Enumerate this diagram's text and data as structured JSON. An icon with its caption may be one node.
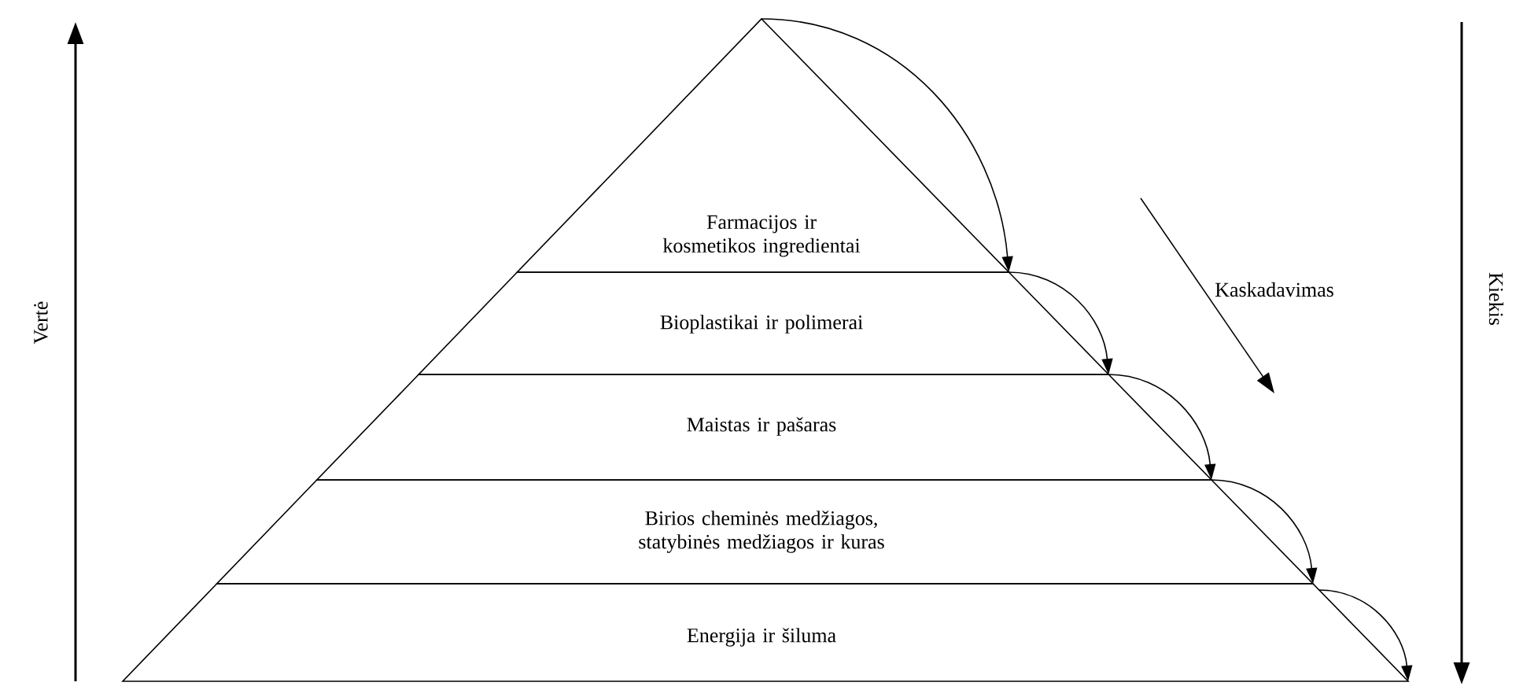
{
  "diagram": {
    "nodes": [
      {
        "text": [
          "Farmacijos ir kosmetikos ingredientai"
        ]
      },
      {
        "text": [
          "Bioplastikai ir polimerai"
        ]
      },
      {
        "text": [
          "Maistas ir pašaras"
        ]
      },
      {
        "text": [
          "Birios cheminės medžiagos, statybinės medžiagos ir kuras"
        ]
      },
      {
        "text": [
          "Energija ir šiluma"
        ]
      }
    ],
    "edges": [
      {
        "from": 0,
        "to": 1,
        "arrow": "to"
      },
      {
        "from": 1,
        "to": 2,
        "arrow": "to"
      },
      {
        "from": 2,
        "to": 3,
        "arrow": "to"
      },
      {
        "from": 3,
        "to": 4,
        "arrow": "to"
      },
      {
        "from": null,
        "to": 4,
        "arrow": "to"
      }
    ],
    "labels": [
      "Vertė",
      "Kaskadavimas",
      "Kiekis"
    ]
  }
}
